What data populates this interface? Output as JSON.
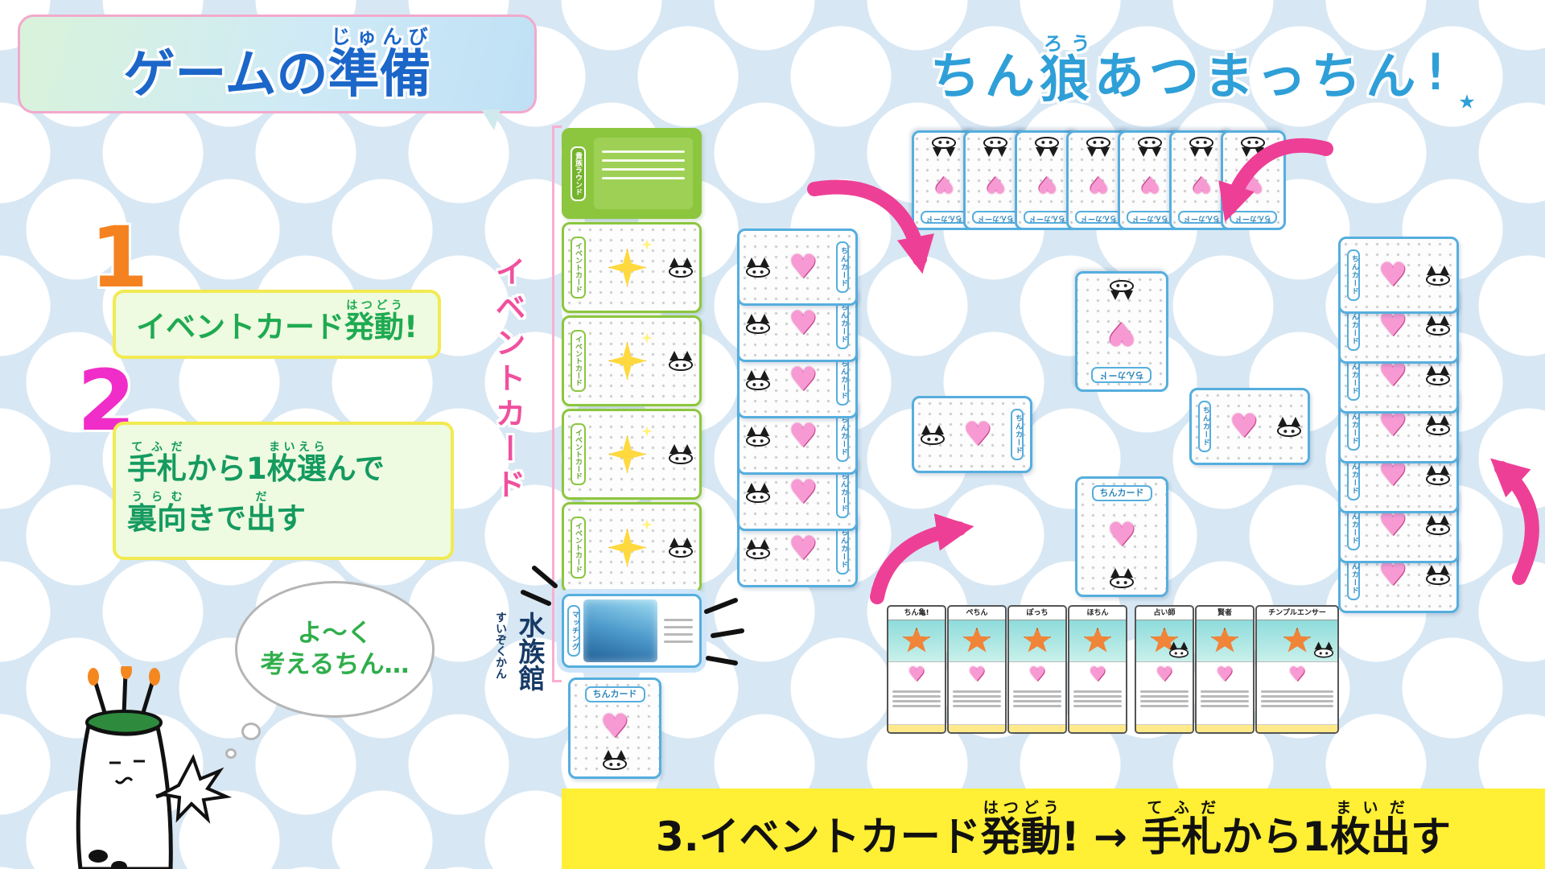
{
  "colors": {
    "accent_pink": "#f0509e",
    "accent_blue": "#2f9fd8",
    "card_green_border": "#8cc63e",
    "card_blue_border": "#56aede",
    "banner_yellow": "#ffef35",
    "heart_pink": "#f79ad3",
    "star_yellow": "#ffd93e",
    "starfish_orange": "#f08438"
  },
  "icons": {
    "heart": "♥",
    "sparkle": "✦",
    "star": "★",
    "starfish": "★",
    "arrow_right": "→"
  },
  "title": {
    "pre": "ゲームの",
    "base": "準備",
    "furigana": "じゅんび"
  },
  "logo": {
    "part1": "ちん",
    "wolf": "狼",
    "wolf_furigana": "ろう",
    "part2": " あつまっちん",
    "exclaim": "!",
    "star": "★"
  },
  "step1": {
    "number": "1",
    "pre": "イベントカード",
    "base": "発動",
    "furigana": "はつどう",
    "post": "!"
  },
  "step2": {
    "number": "2",
    "line1": [
      {
        "t": "手札",
        "r": "てふだ"
      },
      {
        "t": "から1"
      },
      {
        "t": "枚",
        "r": "まい"
      },
      {
        "t": "選",
        "r": "えら"
      },
      {
        "t": "んで"
      }
    ],
    "line2": [
      {
        "t": "裏向",
        "r": "うらむ"
      },
      {
        "t": "きで"
      },
      {
        "t": "出",
        "r": "だ"
      },
      {
        "t": "す"
      }
    ]
  },
  "thought": {
    "line1": "よ〜く",
    "line2": "考えるちん…"
  },
  "event_column": {
    "side_label": "イベントカード",
    "noble_card_label": "貴族ラウンド",
    "event_card_label": "イベントカード",
    "aquarium_card_label": "マッチング",
    "aquarium_name": "水族館",
    "aquarium_furigana": "すいぞくかん"
  },
  "board": {
    "chin_card_label": "ちんカード"
  },
  "character_cards": [
    {
      "name": "ちん亀!"
    },
    {
      "name": "ぺちん"
    },
    {
      "name": "ぽっち"
    },
    {
      "name": "ほちん"
    },
    {
      "name": "占い師"
    },
    {
      "name": "賢者"
    },
    {
      "name": "チンプルエンサー"
    }
  ],
  "banner": {
    "segments": [
      {
        "t": "3.イベントカード"
      },
      {
        "t": "発動",
        "r": "はつどう"
      },
      {
        "t": "! → "
      },
      {
        "t": "手札",
        "r": "てふだ"
      },
      {
        "t": "から1"
      },
      {
        "t": "枚出",
        "r": "まいだ"
      },
      {
        "t": "す"
      }
    ]
  }
}
